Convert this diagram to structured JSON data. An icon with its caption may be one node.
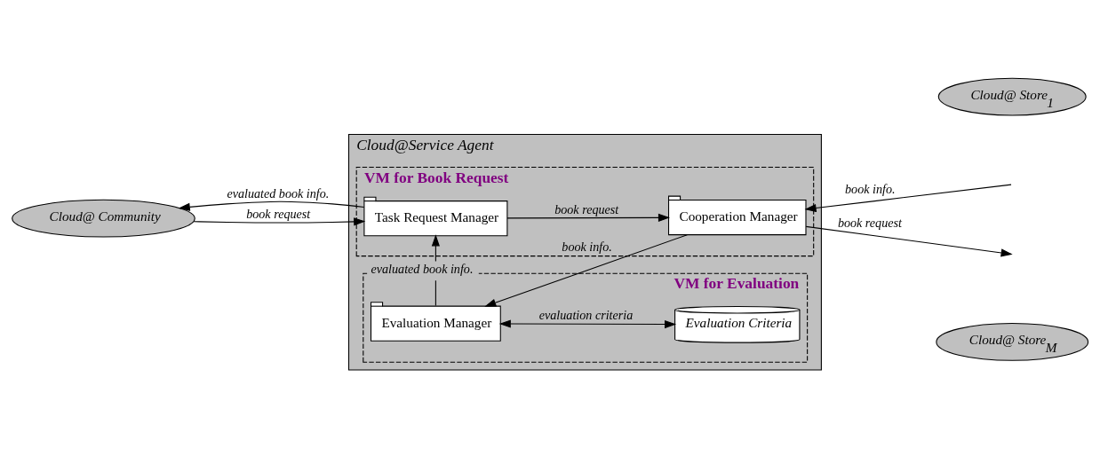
{
  "diagram": {
    "nodes": [
      {
        "text": [
          "Cloud@Service Agent"
        ]
      },
      {
        "text": [
          "Cloud@ Community"
        ]
      },
      {
        "text": [
          "VM for Book Request"
        ],
        "in": 0
      },
      {
        "text": [
          "Task Request Manager"
        ],
        "in": 2
      },
      {
        "text": [
          "VM for Evaluation"
        ],
        "in": 0
      },
      {
        "text": [
          "Evaluation Manager"
        ],
        "in": 4
      },
      {
        "text": [
          "Evaluation Criteria"
        ],
        "in": 4
      },
      {
        "text": [
          "Cooperation Manager"
        ],
        "in": 2
      },
      {
        "text": [
          "Cloud@ Store$_{1}$"
        ]
      },
      {
        "text": [
          "Cloud@ Store$_{M}$"
        ]
      }
    ],
    "edges": [
      {
        "from": 1,
        "to": 3,
        "arrow": "to",
        "label": "book request"
      },
      {
        "from": 3,
        "to": 1,
        "arrow": "to",
        "label": "evaluated book info."
      },
      {
        "from": 3,
        "to": 7,
        "arrow": "to",
        "label": "book request"
      },
      {
        "from": 7,
        "to": 5,
        "arrow": "to",
        "label": "book info."
      },
      {
        "from": 5,
        "to": 3,
        "arrow": "to",
        "label": "evaluated book info."
      },
      {
        "from": 5,
        "to": 6,
        "arrow": "both",
        "label": "evaluation criteria"
      },
      {
        "from": 7,
        "to": null,
        "arrow": "to",
        "label": "book request"
      },
      {
        "from": null,
        "to": 7,
        "arrow": "to",
        "label": "book info."
      }
    ]
  }
}
